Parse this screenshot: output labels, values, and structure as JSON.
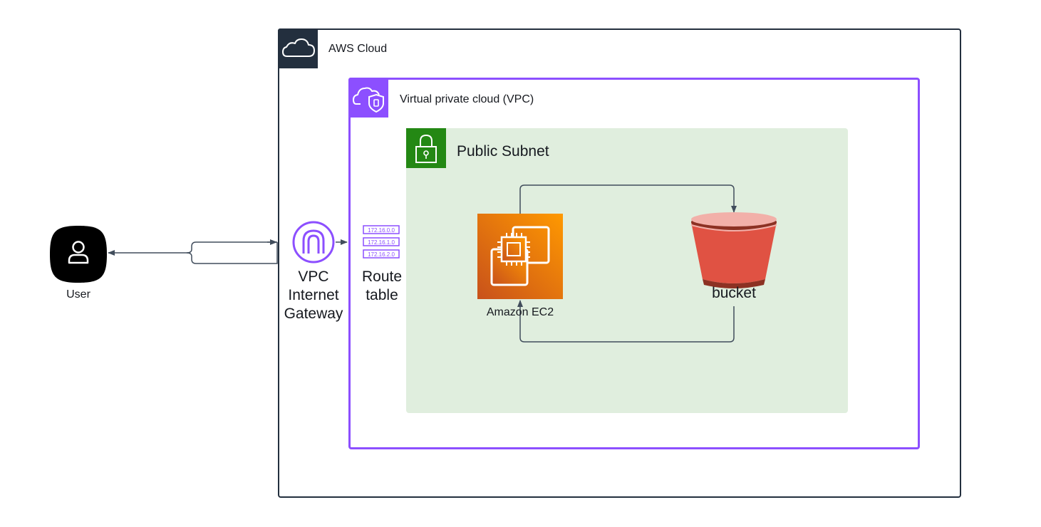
{
  "groups": {
    "aws_cloud": {
      "label": "AWS Cloud",
      "border_color": "#232f3e"
    },
    "vpc": {
      "label": "Virtual private cloud (VPC)",
      "border_color": "#8c4fff"
    },
    "public_subnet": {
      "label": "Public Subnet",
      "fill_color": "#e0eede",
      "badge_color": "#248814"
    }
  },
  "nodes": {
    "user": {
      "label": "User",
      "icon": "user-icon"
    },
    "internet_gateway": {
      "label_lines": [
        "VPC",
        "Internet",
        "Gateway"
      ],
      "icon": "internet-gateway-icon",
      "color": "#8c4fff"
    },
    "route_table": {
      "label_lines": [
        "Route",
        "table"
      ],
      "icon": "route-table-icon",
      "entries": [
        "172.16.0.0",
        "172.16.1.0",
        "172.16.2.0"
      ],
      "color": "#8c4fff"
    },
    "ec2": {
      "label": "Amazon EC2",
      "icon": "ec2-icon",
      "gradient": [
        "#c8511b",
        "#ff9900"
      ]
    },
    "bucket": {
      "label": "bucket",
      "icon": "s3-bucket-icon",
      "color": "#e05243"
    }
  },
  "connections": [
    {
      "from": "internet_gateway",
      "to": "user"
    },
    {
      "from": "user",
      "to": "internet_gateway"
    },
    {
      "from": "internet_gateway",
      "to": "route_table"
    },
    {
      "from": "ec2",
      "to": "bucket"
    },
    {
      "from": "bucket",
      "to": "ec2"
    }
  ]
}
